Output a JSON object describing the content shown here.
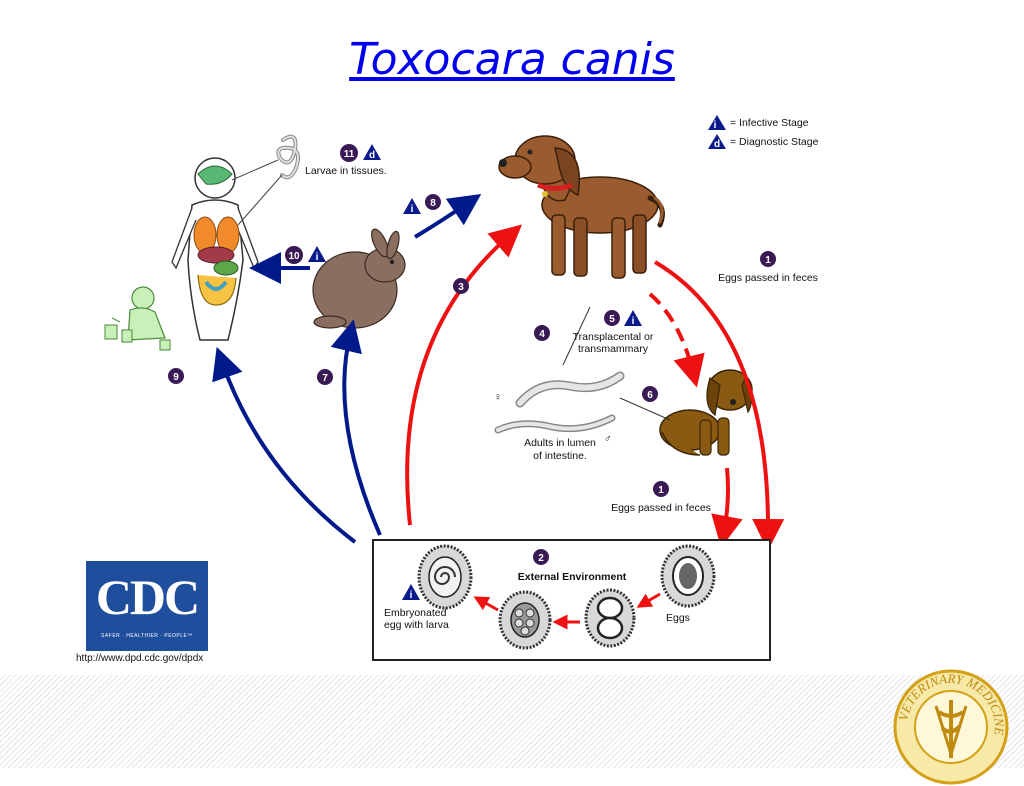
{
  "title": "Toxocara canis",
  "legend": {
    "infective": "= Infective Stage",
    "diagnostic": "= Diagnostic Stage",
    "infective_letter": "i",
    "diagnostic_letter": "d"
  },
  "steps": {
    "s1a": {
      "num": "1",
      "label": "Eggs passed in feces"
    },
    "s1b": {
      "num": "1",
      "label": "Eggs passed in feces"
    },
    "s2": {
      "num": "2",
      "label": "External Environment"
    },
    "s3": {
      "num": "3"
    },
    "s4": {
      "num": "4"
    },
    "s5": {
      "num": "5",
      "label1": "Transplacental or",
      "label2": "transmammary"
    },
    "s6": {
      "num": "6"
    },
    "s7": {
      "num": "7"
    },
    "s8": {
      "num": "8"
    },
    "s9": {
      "num": "9"
    },
    "s10": {
      "num": "10"
    },
    "s11": {
      "num": "11",
      "label": "Larvae in tissues."
    }
  },
  "labels": {
    "adults1": "Adults in lumen",
    "adults2": "of intestine.",
    "eggs": "Eggs",
    "embryonated1": "Embryonated",
    "embryonated2": "egg with larva",
    "female_symbol": "♀",
    "male_symbol": "♂"
  },
  "cdc": {
    "logo_text": "CDC",
    "tagline": "SAFER · HEALTHIER · PEOPLE™",
    "url": "http://www.dpd.cdc.gov/dpdx"
  },
  "seal": {
    "text": "VETERINARY MEDICINE"
  },
  "colors": {
    "title": "#0000ee",
    "red_arrow": "#ee1111",
    "blue_arrow": "#001a8c",
    "badge": "#3a1a55",
    "dog": "#9a5b2e",
    "puppy": "#8a5a12",
    "rabbit": "#8a6f60"
  }
}
